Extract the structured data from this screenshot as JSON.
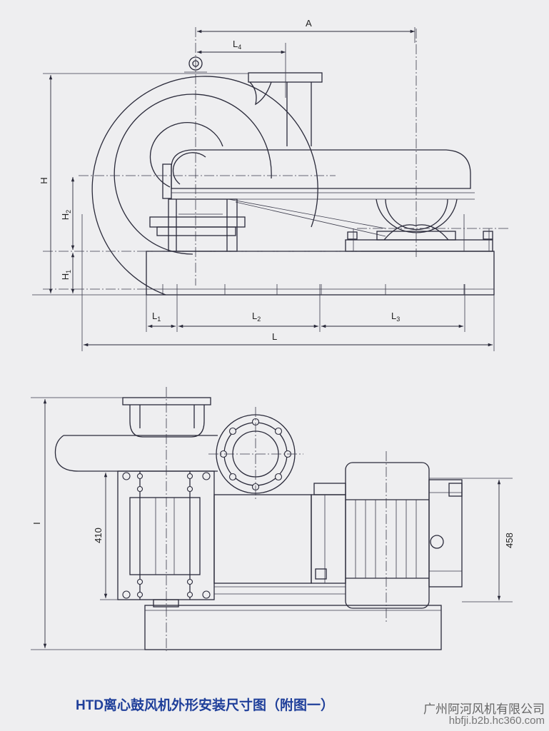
{
  "side_view": {
    "labels": {
      "A": "A",
      "L4": "L4",
      "H": "H",
      "H2": "H2",
      "H1": "H1",
      "L1": "L1",
      "L2": "L2",
      "L3": "L3",
      "L": "L"
    }
  },
  "top_view": {
    "labels": {
      "I": "I",
      "dim_410": "410",
      "dim_458": "458"
    }
  },
  "caption": "HTD离心鼓风机外形安装尺寸图（附图一）",
  "watermark": {
    "company": "广州阿河风机有限公司",
    "site": "hbfji.b2b.hc360.com"
  }
}
